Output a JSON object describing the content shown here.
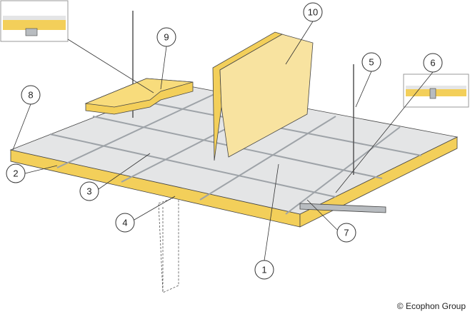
{
  "title": "Ecophon suspended ceiling system diagram",
  "callouts": [
    "1",
    "2",
    "3",
    "4",
    "5",
    "6",
    "7",
    "8",
    "9",
    "10"
  ],
  "copyright": "© Ecophon Group",
  "colors": {
    "panel_face": "#e4e5e6",
    "panel_edge": "#f3cf5a",
    "grid": "#9ea3a8",
    "outline": "#444444"
  }
}
